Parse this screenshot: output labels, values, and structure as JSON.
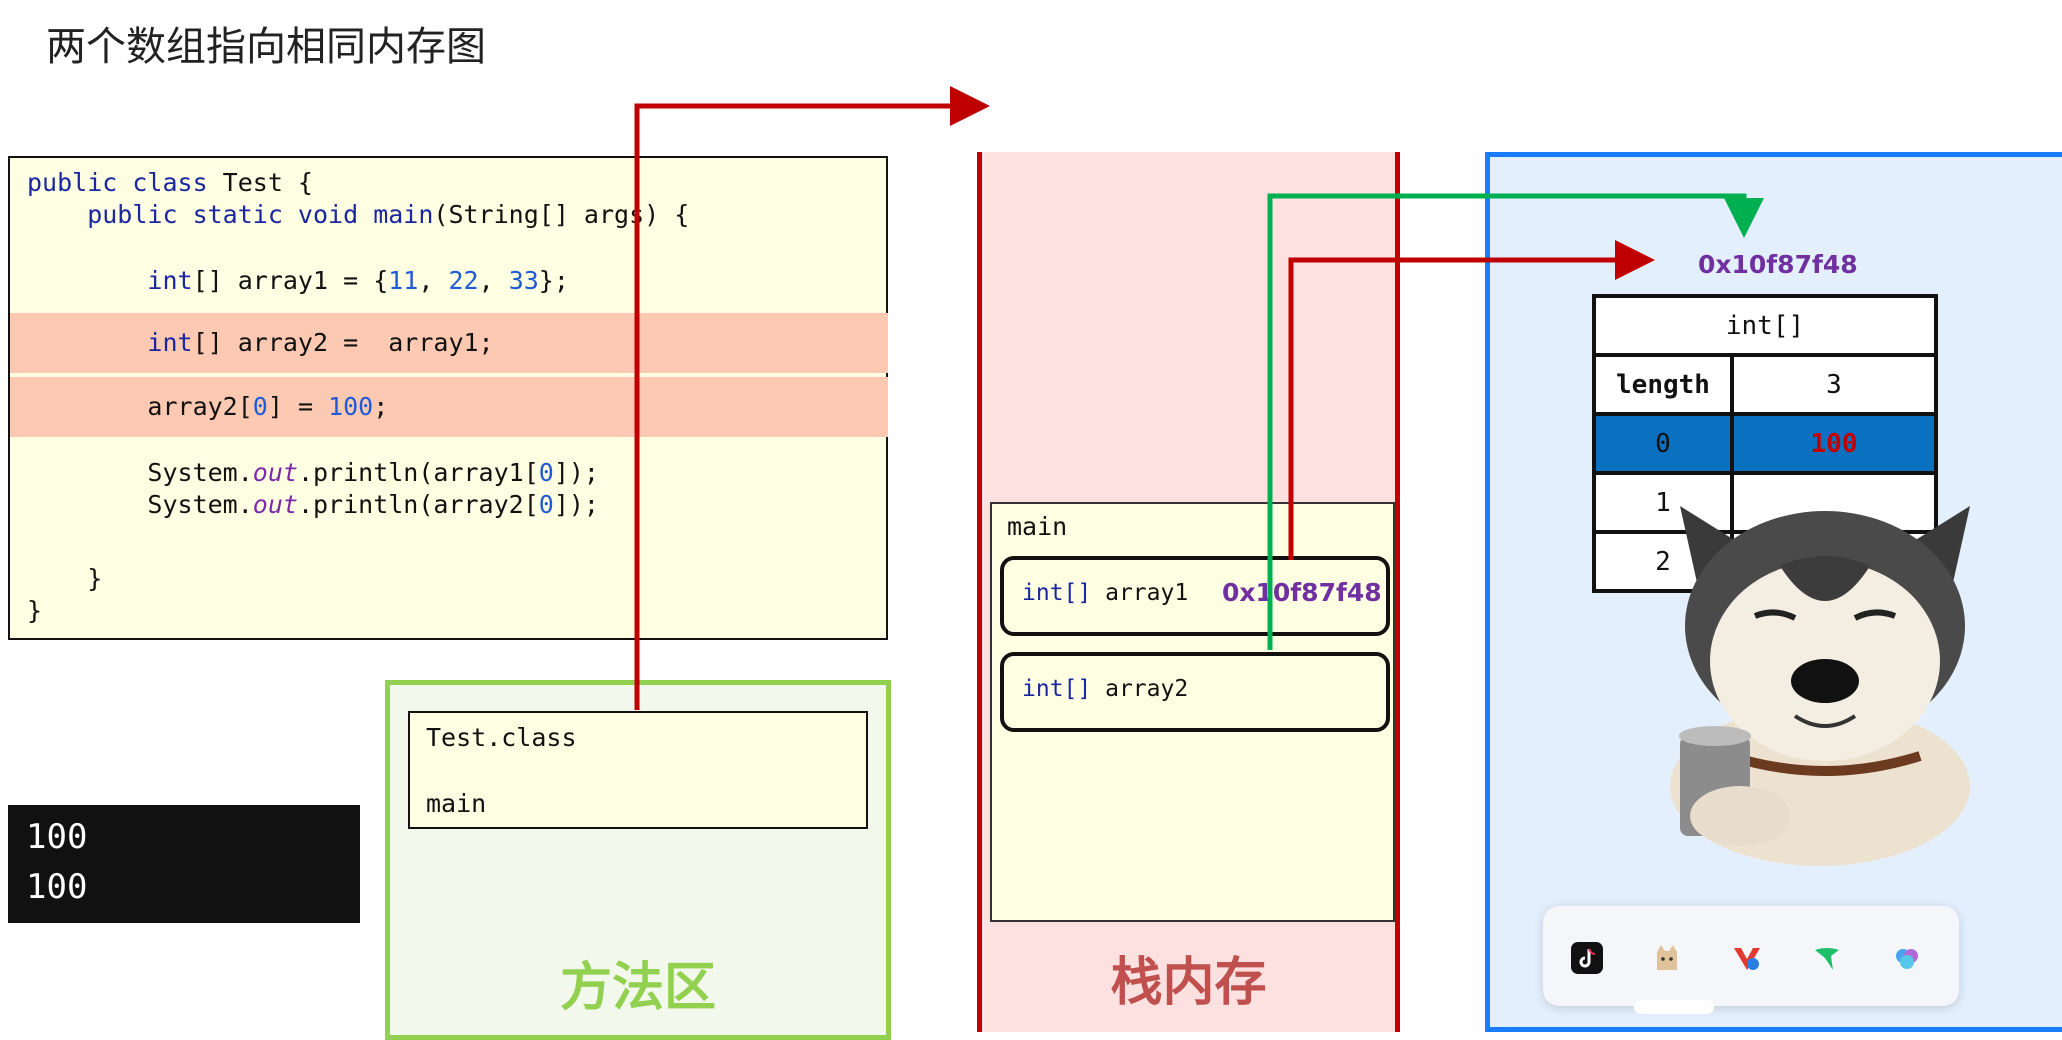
{
  "title": "两个数组指向相同内存图",
  "code": {
    "l1": [
      {
        "t": "public class",
        "c": "kw"
      },
      {
        "t": " Test {",
        "c": ""
      }
    ],
    "l2": [
      {
        "t": "    public static void",
        "c": "kw"
      },
      {
        "t": " main",
        "c": "kw"
      },
      {
        "t": "(String[] args) {",
        "c": ""
      }
    ],
    "l3": [
      {
        "t": "        int",
        "c": "kw"
      },
      {
        "t": "[] array1 = {",
        "c": ""
      },
      {
        "t": "11",
        "c": "num"
      },
      {
        "t": ", ",
        "c": ""
      },
      {
        "t": "22",
        "c": "num"
      },
      {
        "t": ", ",
        "c": ""
      },
      {
        "t": "33",
        "c": "num"
      },
      {
        "t": "};",
        "c": ""
      }
    ],
    "l4": [
      {
        "t": "        int",
        "c": "kw"
      },
      {
        "t": "[] array2 =  array1;",
        "c": ""
      }
    ],
    "l5": [
      {
        "t": "        array2[",
        "c": ""
      },
      {
        "t": "0",
        "c": "num"
      },
      {
        "t": "] = ",
        "c": ""
      },
      {
        "t": "100",
        "c": "num"
      },
      {
        "t": ";",
        "c": ""
      }
    ],
    "l6": [
      {
        "t": "        System.",
        "c": ""
      },
      {
        "t": "out",
        "c": "it"
      },
      {
        "t": ".println(array1[",
        "c": ""
      },
      {
        "t": "0",
        "c": "num"
      },
      {
        "t": "]);",
        "c": ""
      }
    ],
    "l7": [
      {
        "t": "        System.",
        "c": ""
      },
      {
        "t": "out",
        "c": "it"
      },
      {
        "t": ".println(array2[",
        "c": ""
      },
      {
        "t": "0",
        "c": "num"
      },
      {
        "t": "]);",
        "c": ""
      }
    ],
    "l8": [
      {
        "t": "    }",
        "c": ""
      }
    ],
    "l9": [
      {
        "t": "}",
        "c": ""
      }
    ]
  },
  "console": [
    "100",
    "100"
  ],
  "method_area": {
    "class_name": "Test.class",
    "method": "main",
    "label": "方法区"
  },
  "stack": {
    "frame_label": "main",
    "var1_type": "int[]",
    "var1_name": "array1",
    "var1_value": "0x10f87f48",
    "var2_type": "int[]",
    "var2_name": "array2",
    "label": "栈内存"
  },
  "heap": {
    "address": "0x10f87f48",
    "type": "int[]",
    "length_label": "length",
    "length_value": "3",
    "rows": [
      {
        "index": "0",
        "value": "100"
      },
      {
        "index": "1",
        "value": ""
      },
      {
        "index": "2",
        "value": ""
      }
    ]
  },
  "dock": [
    "tiktok-icon",
    "cat-app-icon",
    "video-edit-icon",
    "green-bird-icon",
    "cloud-app-icon"
  ],
  "colors": {
    "method_green": "#92d050",
    "stack_red": "#c00000",
    "heap_blue": "#1a7cff",
    "pointer_green": "#00b050",
    "address_purple": "#7030a0"
  }
}
